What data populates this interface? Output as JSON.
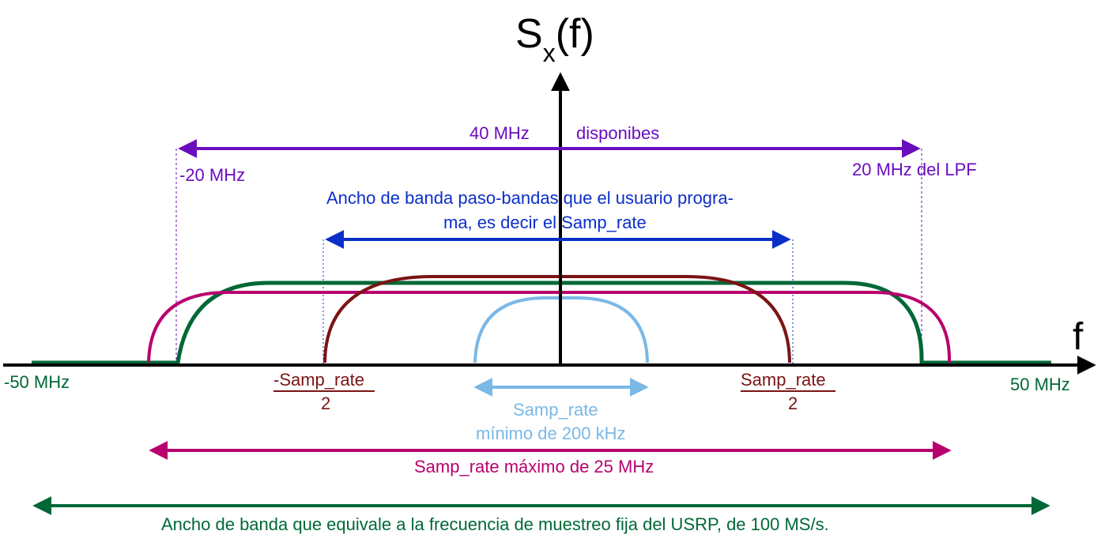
{
  "axes": {
    "y_label_main": "S",
    "y_label_sub": "x",
    "y_label_tail": "(f)",
    "x_label": "f"
  },
  "purple": {
    "label_left": "40 MHz",
    "label_right": "disponibes",
    "tick_left": "-20 MHz",
    "tick_right": "20 MHz del LPF",
    "color": "#6a0dbf"
  },
  "blue": {
    "line1": "Ancho de banda paso-bandas que el usuario progra-",
    "line2": "ma, es decir el Samp_rate",
    "color": "#0b2fc9"
  },
  "ticks": {
    "left_outer": "-50 MHz",
    "right_outer": "50 MHz",
    "neg_samp_num": "-Samp_rate",
    "neg_samp_den": "2",
    "pos_samp_num": "Samp_rate",
    "pos_samp_den": "2"
  },
  "lightblue": {
    "line1": "Samp_rate",
    "line2": "mínimo de 200 kHz",
    "color": "#7ab8e6"
  },
  "magenta": {
    "label": "Samp_rate máximo de 25 MHz",
    "color": "#b8006e"
  },
  "green": {
    "label": "Ancho de banda que equivale a la frecuencia de muestreo fija del USRP, de 100 MS/s.",
    "color": "#006837"
  },
  "darkred": {
    "color": "#7b1414"
  }
}
